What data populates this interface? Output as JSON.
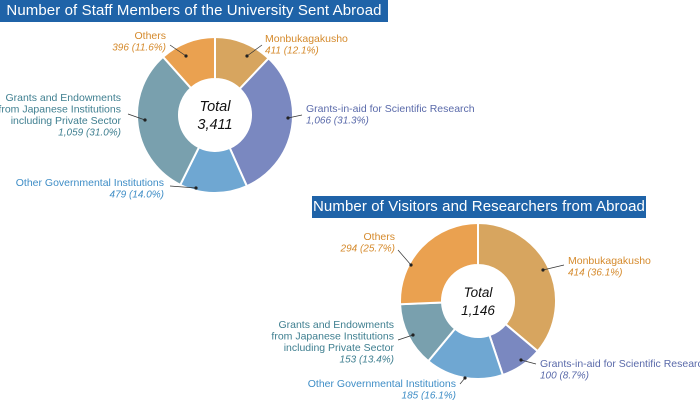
{
  "chart_data": [
    {
      "type": "pie",
      "title": "Number of Staff Members of the University Sent Abroad",
      "total_label": "Total",
      "total_value": "3,411",
      "slices": [
        {
          "name": "Monbukagakusho",
          "value": 411,
          "value_text": "411 (12.1%)",
          "color": "#d7a55f",
          "label_color": "#d58a2c"
        },
        {
          "name": "Grants-in-aid for Scientific Research",
          "value": 1066,
          "value_text": "1,066 (31.3%)",
          "color": "#7a88c0",
          "label_color": "#5a6aaa"
        },
        {
          "name": "Other Governmental Institutions",
          "value": 479,
          "value_text": "479 (14.0%)",
          "color": "#6fa7d2",
          "label_color": "#3e8dc6"
        },
        {
          "name": "Grants and Endowments from Japanese Institutions including Private Sector",
          "value": 1059,
          "value_text": "1,059 (31.0%)",
          "color": "#79a0ae",
          "label_color": "#3f7f90"
        },
        {
          "name": "Others",
          "value": 396,
          "value_text": "396 (11.6%)",
          "color": "#eaa150",
          "label_color": "#d58a2c"
        }
      ]
    },
    {
      "type": "pie",
      "title": "Number of Visitors and Researchers from Abroad",
      "total_label": "Total",
      "total_value": "1,146",
      "slices": [
        {
          "name": "Monbukagakusho",
          "value": 414,
          "value_text": "414 (36.1%)",
          "color": "#d7a55f",
          "label_color": "#d58a2c"
        },
        {
          "name": "Grants-in-aid for Scientific Research",
          "value": 100,
          "value_text": "100 (8.7%)",
          "color": "#7a88c0",
          "label_color": "#5a6aaa"
        },
        {
          "name": "Other Governmental Institutions",
          "value": 185,
          "value_text": "185 (16.1%)",
          "color": "#6fa7d2",
          "label_color": "#3e8dc6"
        },
        {
          "name": "Grants and Endowments from Japanese Institutions including Private Sector",
          "value": 153,
          "value_text": "153 (13.4%)",
          "color": "#79a0ae",
          "label_color": "#3f7f90"
        },
        {
          "name": "Others",
          "value": 294,
          "value_text": "294 (25.7%)",
          "color": "#eaa150",
          "label_color": "#d58a2c"
        }
      ]
    }
  ]
}
